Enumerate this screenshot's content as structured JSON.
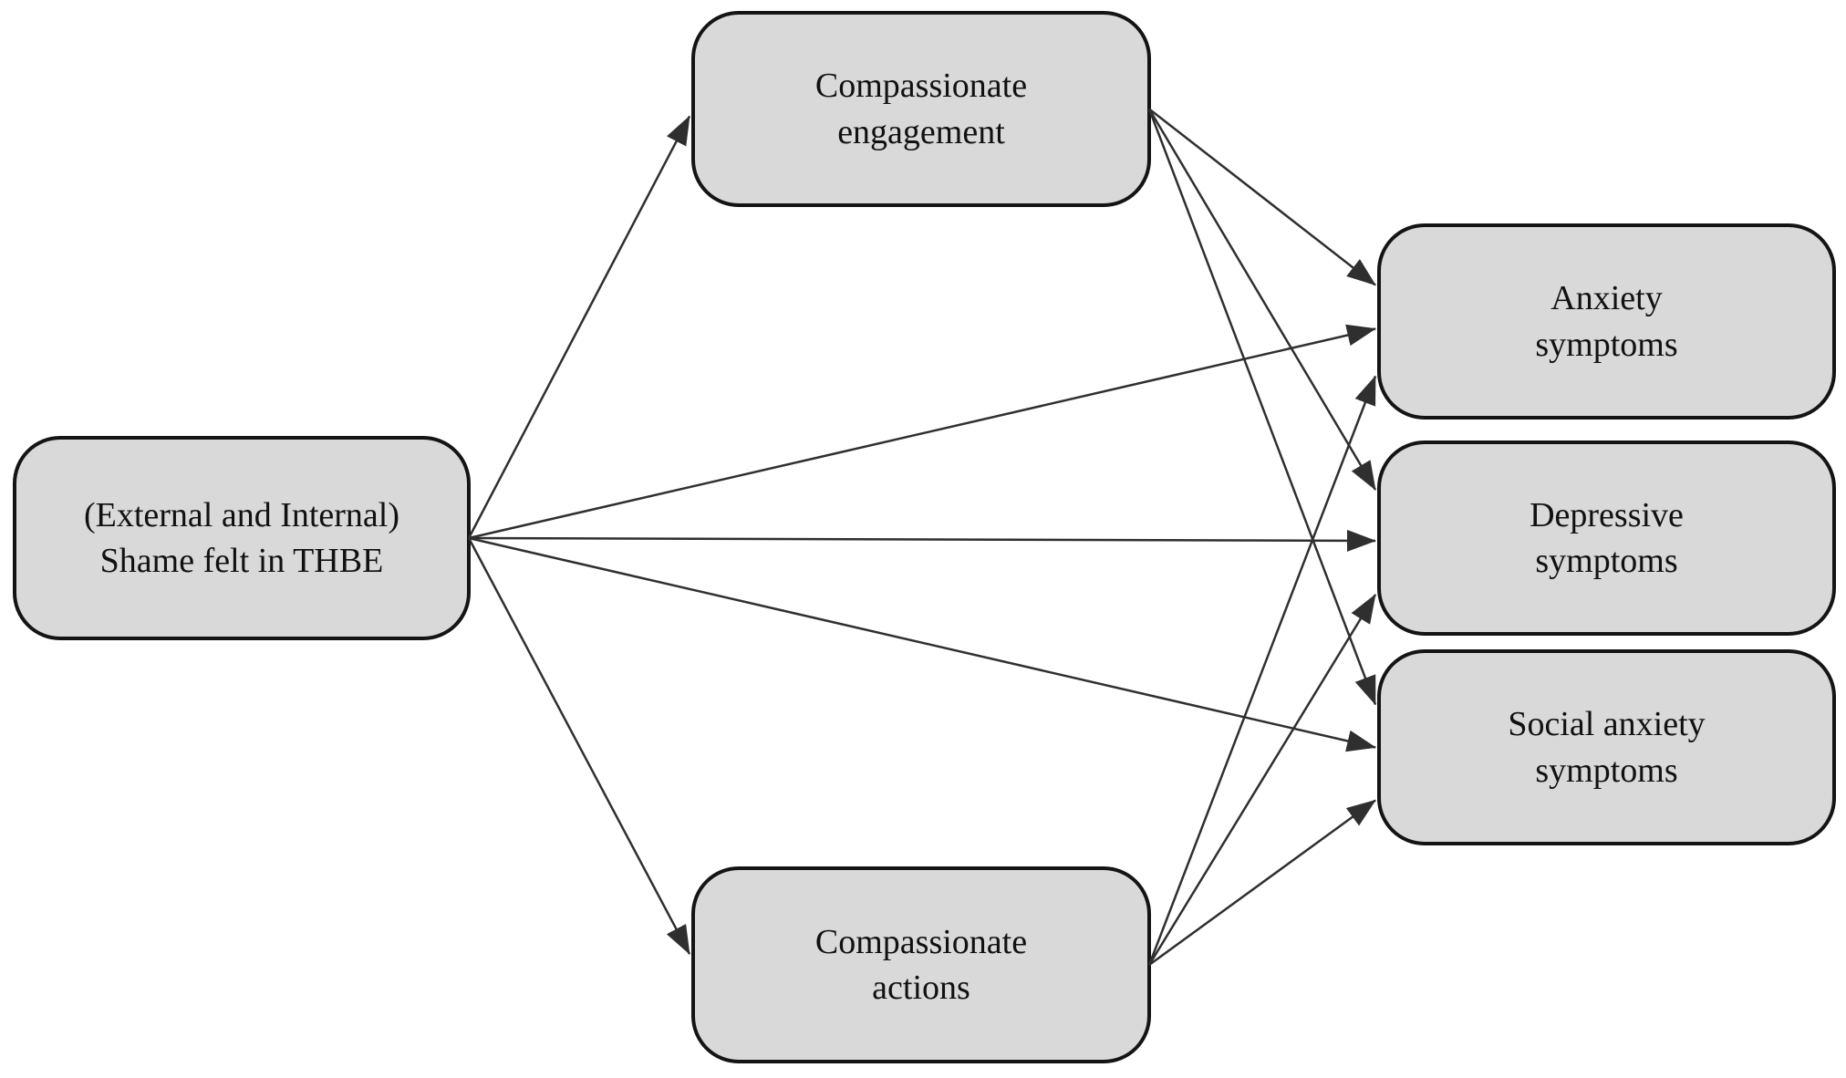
{
  "diagram_type": "path-model",
  "colors": {
    "node_fill": "#d9d9d9",
    "node_border": "#141414",
    "arrow": "#2f2f2f"
  },
  "nodes": [
    {
      "id": "shame",
      "label": "(External and Internal)\nShame felt in THBE"
    },
    {
      "id": "engagement",
      "label": "Compassionate\nengagement"
    },
    {
      "id": "actions",
      "label": "Compassionate\nactions"
    },
    {
      "id": "anxiety",
      "label": "Anxiety\nsymptoms"
    },
    {
      "id": "depressive",
      "label": "Depressive\nsymptoms"
    },
    {
      "id": "social",
      "label": "Social anxiety\nsymptoms"
    }
  ],
  "edges": [
    {
      "from": "shame",
      "to": "engagement"
    },
    {
      "from": "shame",
      "to": "actions"
    },
    {
      "from": "shame",
      "to": "anxiety"
    },
    {
      "from": "shame",
      "to": "depressive"
    },
    {
      "from": "shame",
      "to": "social"
    },
    {
      "from": "engagement",
      "to": "anxiety"
    },
    {
      "from": "engagement",
      "to": "depressive"
    },
    {
      "from": "engagement",
      "to": "social"
    },
    {
      "from": "actions",
      "to": "anxiety"
    },
    {
      "from": "actions",
      "to": "depressive"
    },
    {
      "from": "actions",
      "to": "social"
    }
  ]
}
